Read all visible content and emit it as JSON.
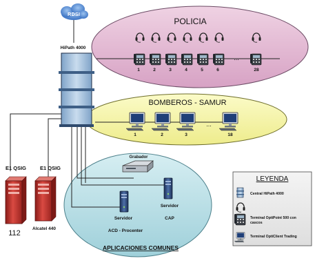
{
  "cloud": {
    "label": "RDSI"
  },
  "hipath": {
    "label": "HiPath 4000"
  },
  "policia": {
    "title": "POLICIA",
    "phones": [
      "1",
      "2",
      "3",
      "4",
      "5",
      "6",
      "28"
    ],
    "ellipsis": "..."
  },
  "bomberos": {
    "title": "BOMBEROS - SAMUR",
    "stations": [
      "1",
      "2",
      "3",
      "18"
    ],
    "ellipsis": "..."
  },
  "aplicaciones": {
    "title": "APLICACIONES COMUNES",
    "grabador": "Grabador",
    "servidor_acd_line1": "Servidor",
    "servidor_acd_line2": "ACD - Procenter",
    "servidor_cap_line1": "Servidor",
    "servidor_cap_line2": "CAP"
  },
  "trunks": {
    "e1_left_label": "E1 QSIG",
    "e1_left_caption": "112",
    "e1_right_label": "E1 QSIG",
    "e1_right_caption": "Alcatel 440"
  },
  "legend": {
    "title": "LEYENDA",
    "items": [
      {
        "icon": "pbx-tower-icon",
        "label": "Central HiPath 4000"
      },
      {
        "icon": "headset-icon",
        "label": ""
      },
      {
        "icon": "desk-phone-icon",
        "label": "Terminal OptiPoint 500 con cascos"
      },
      {
        "icon": "computer-icon",
        "label": "Terminal OptiClient Trading"
      }
    ]
  },
  "colors": {
    "policia_fill": "#e3b6d3",
    "bomberos_fill": "#f6f5a6",
    "aplicaciones_fill": "#b8dde4",
    "cloud_fill": "#5a8fd6",
    "rack_fill": "#a9c3dc",
    "server_red": "#c8322e"
  }
}
